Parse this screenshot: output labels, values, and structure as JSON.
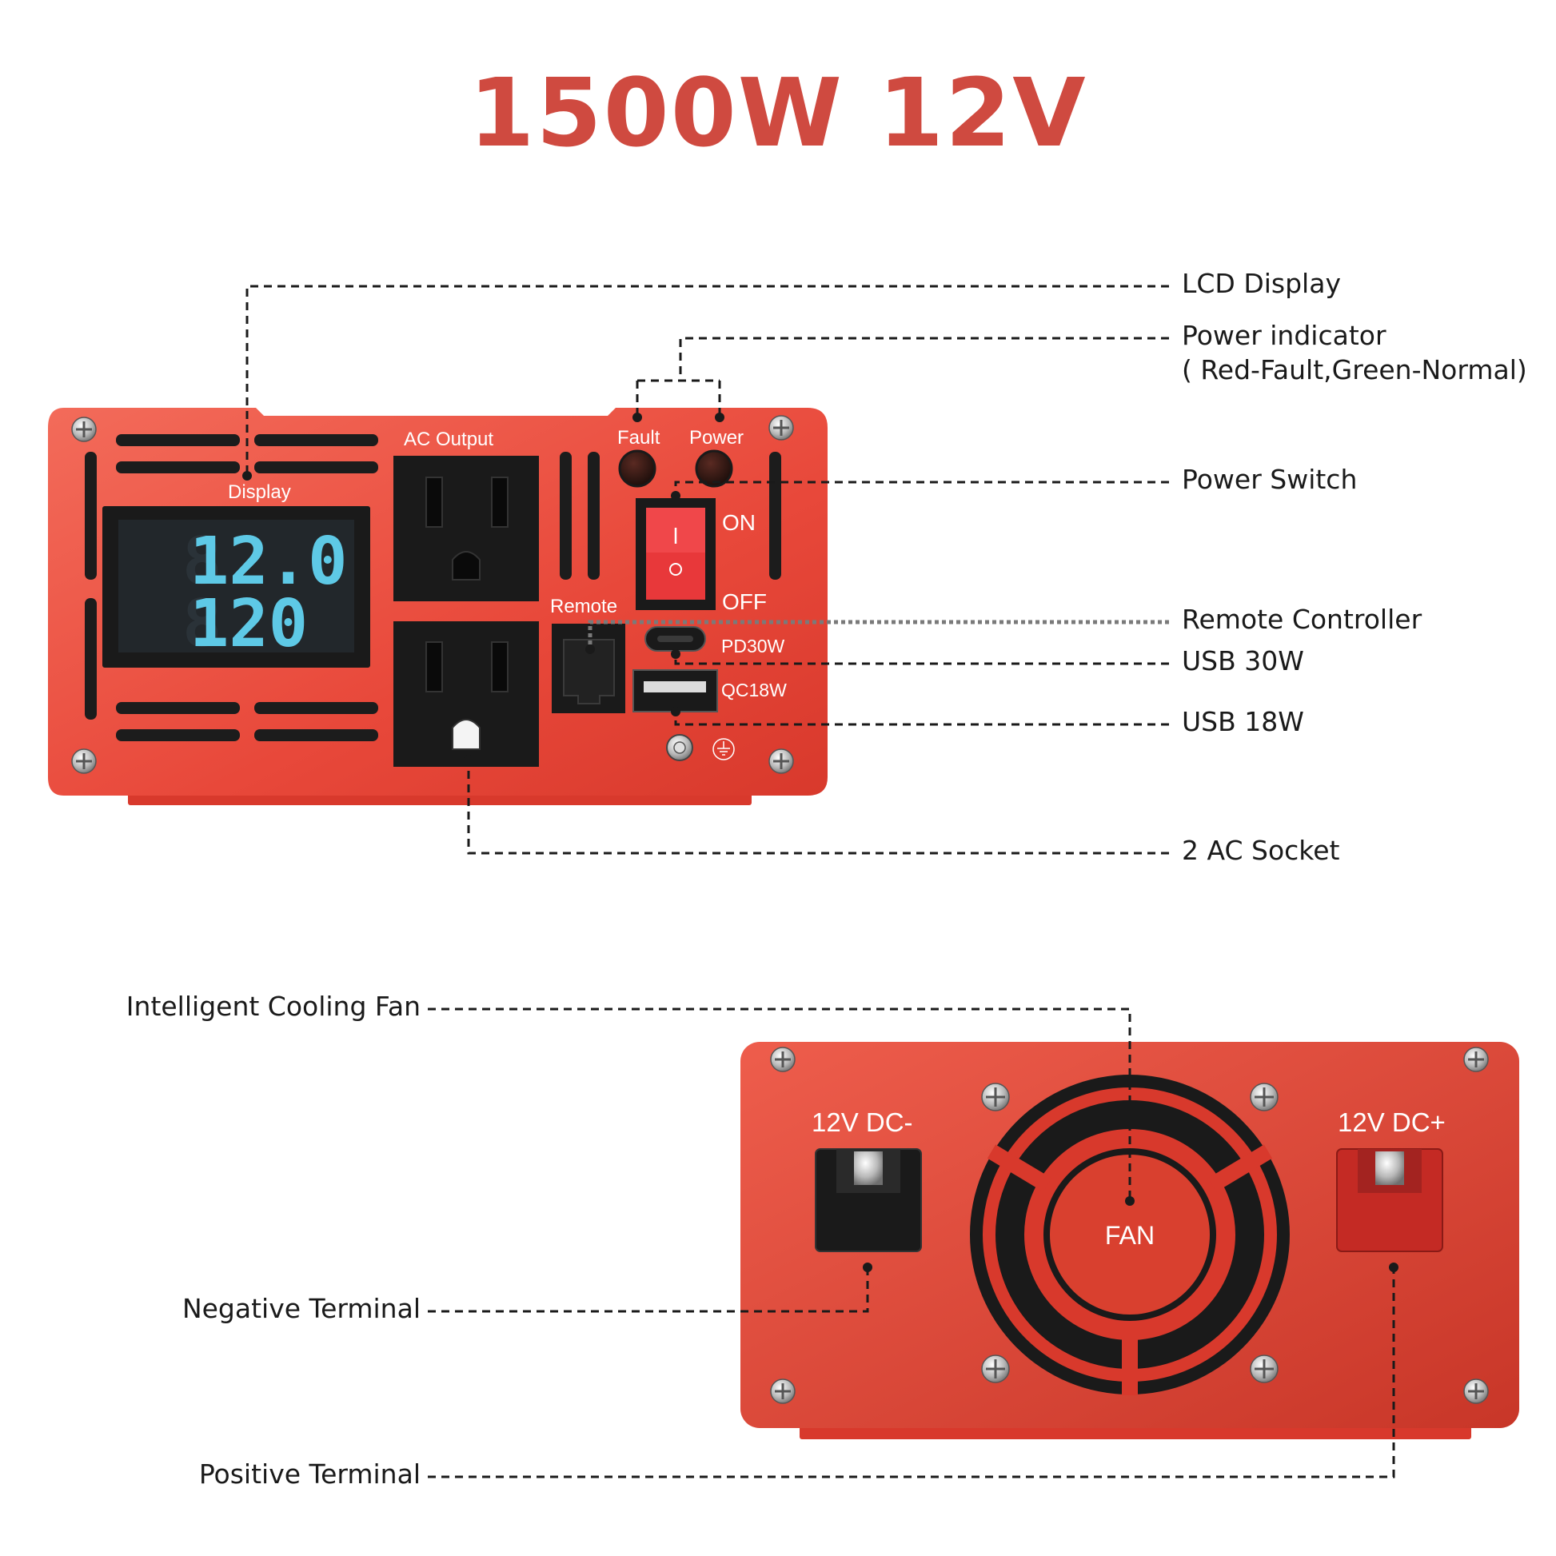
{
  "title": "1500W 12V",
  "front_panel": {
    "labels": {
      "display": "Display",
      "ac_output": "AC Output",
      "fault": "Fault",
      "power": "Power",
      "on": "ON",
      "off": "OFF",
      "remote": "Remote",
      "pd": "PD30W",
      "qc": "QC18W"
    },
    "lcd": {
      "voltage_in": "12.0",
      "voltage_out": "120"
    },
    "accent_color": "#e8483a"
  },
  "back_panel": {
    "labels": {
      "neg": "12V  DC-",
      "pos": "12V  DC+",
      "fan": "FAN"
    }
  },
  "callouts_right": [
    {
      "id": "lcd",
      "text": "LCD Display"
    },
    {
      "id": "indicator",
      "text": "Power indicator",
      "sub": "( Red-Fault,Green-Normal)"
    },
    {
      "id": "switch",
      "text": "Power Switch"
    },
    {
      "id": "remote",
      "text": "Remote Controller"
    },
    {
      "id": "usb30",
      "text": "USB 30W"
    },
    {
      "id": "usb18",
      "text": "USB 18W"
    },
    {
      "id": "ac",
      "text": "2 AC Socket"
    }
  ],
  "callouts_left": [
    {
      "id": "fan",
      "text": "Intelligent Cooling Fan"
    },
    {
      "id": "neg",
      "text": "Negative Terminal"
    },
    {
      "id": "pos",
      "text": "Positive Terminal"
    }
  ]
}
